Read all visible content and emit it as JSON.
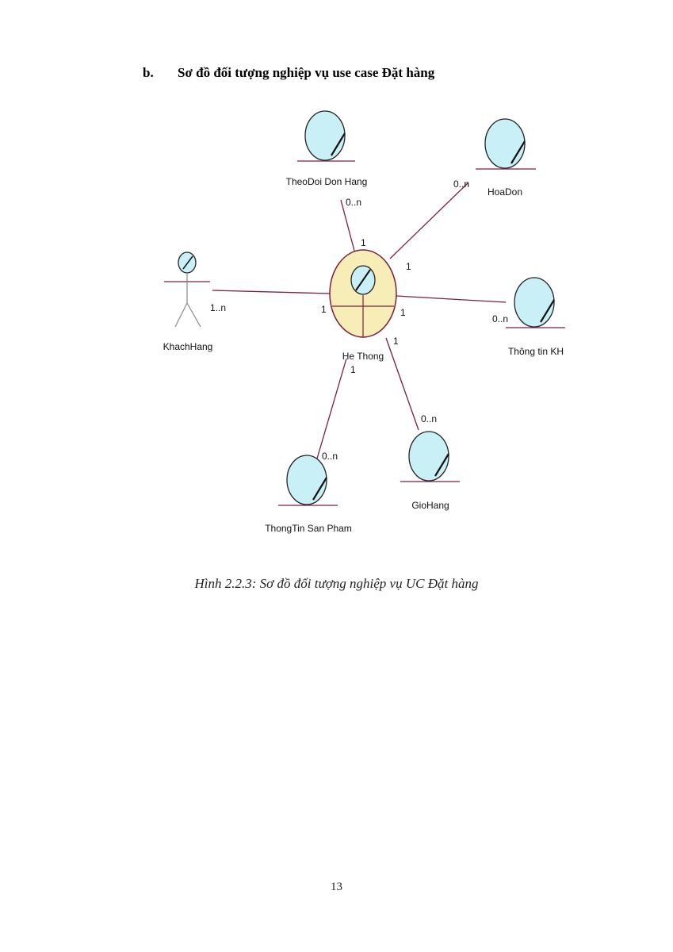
{
  "heading": {
    "number": "b.",
    "title": "Sơ đồ đối tượng nghiệp vụ use case Đặt hàng"
  },
  "diagram": {
    "center": {
      "label": "He Thong"
    },
    "actor": {
      "label": "KhachHang",
      "multiplicity_actor": "1..n",
      "multiplicity_center": "1"
    },
    "entities": [
      {
        "id": "theodoi",
        "label": "TheoDoi Don Hang",
        "multiplicity_entity": "0..n",
        "multiplicity_center": "1"
      },
      {
        "id": "hoadon",
        "label": "HoaDon",
        "multiplicity_entity": "0..n",
        "multiplicity_center": "1"
      },
      {
        "id": "thongtinkh",
        "label": "Thông tin KH",
        "multiplicity_entity": "0..n",
        "multiplicity_center": "1"
      },
      {
        "id": "giohang",
        "label": "GioHang",
        "multiplicity_entity": "0..n",
        "multiplicity_center": "1"
      },
      {
        "id": "thongtinsp",
        "label": "ThongTin San Pham",
        "multiplicity_entity": "0..n",
        "multiplicity_center": "1"
      }
    ],
    "colors": {
      "line": "#7a1f3d",
      "entity_fill": "#c9f0f7",
      "worker_fill": "#f7edb6",
      "outline": "#222222"
    }
  },
  "caption": "Hình 2.2.3: Sơ đồ đối tượng nghiệp vụ UC Đặt hàng",
  "page_number": "13"
}
